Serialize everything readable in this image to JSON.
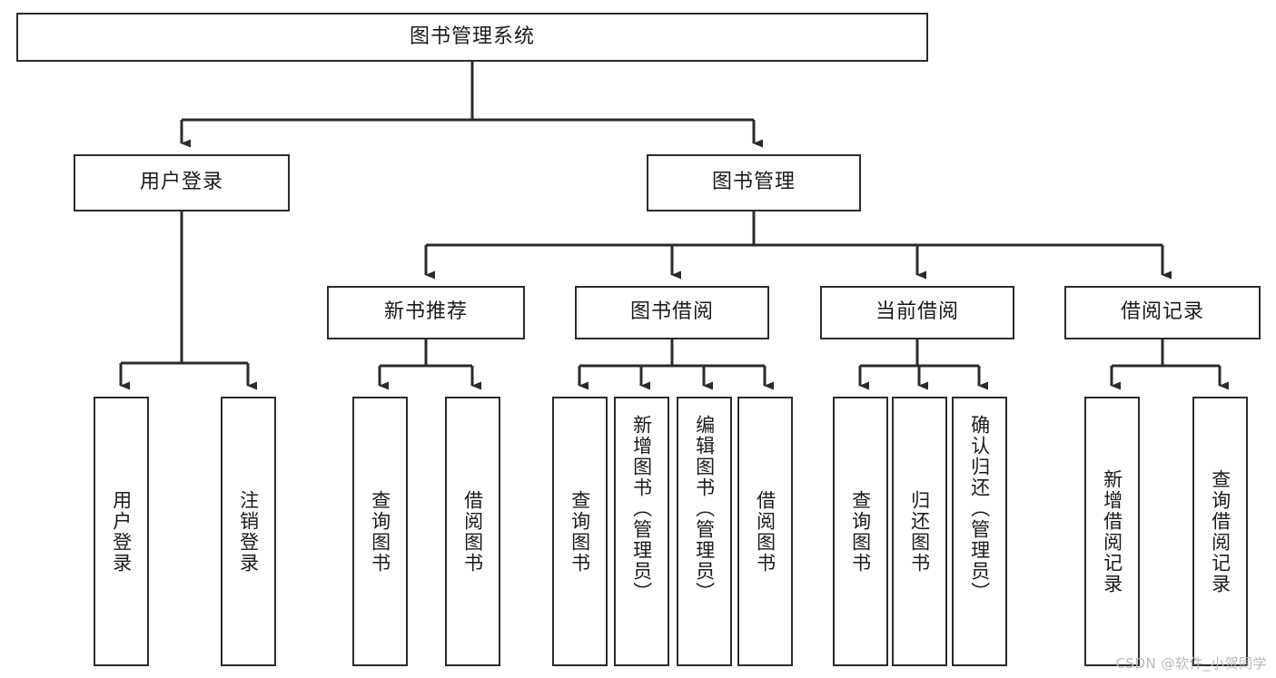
{
  "diagram": {
    "title": "图书管理系统",
    "type": "tree-hierarchy",
    "stroke_color": "#2b2b2b",
    "background_color": "#ffffff"
  },
  "watermark": {
    "text": "CSDN @软件_小贺同学",
    "color": "#b9b9b9"
  },
  "nodes": {
    "root": {
      "label": "图书管理系统"
    },
    "level2": [
      {
        "id": "user-login",
        "label": "用户登录"
      },
      {
        "id": "book-management",
        "label": "图书管理"
      }
    ],
    "level3": [
      {
        "id": "new-book-recommend",
        "label": "新书推荐"
      },
      {
        "id": "book-borrow",
        "label": "图书借阅"
      },
      {
        "id": "current-borrow",
        "label": "当前借阅"
      },
      {
        "id": "borrow-record",
        "label": "借阅记录"
      }
    ],
    "leaves": {
      "user_login": [
        {
          "id": "leaf-user-login",
          "label": "用户登录"
        },
        {
          "id": "leaf-logout-login",
          "label": "注销登录"
        }
      ],
      "new_book_recommend": [
        {
          "id": "leaf-query-book-1",
          "label": "查询图书"
        },
        {
          "id": "leaf-borrow-book-1",
          "label": "借阅图书"
        }
      ],
      "book_borrow": [
        {
          "id": "leaf-query-book-2",
          "label": "查询图书"
        },
        {
          "id": "leaf-add-book",
          "label": "新增图书（管理员）"
        },
        {
          "id": "leaf-edit-book",
          "label": "编辑图书（管理员）"
        },
        {
          "id": "leaf-borrow-book-2",
          "label": "借阅图书"
        }
      ],
      "current_borrow": [
        {
          "id": "leaf-query-book-3",
          "label": "查询图书"
        },
        {
          "id": "leaf-return-book",
          "label": "归还图书"
        },
        {
          "id": "leaf-confirm-return",
          "label": "确认归还（管理员）"
        }
      ],
      "borrow_record": [
        {
          "id": "leaf-add-record",
          "label": "新增借阅记录"
        },
        {
          "id": "leaf-query-record",
          "label": "查询借阅记录"
        }
      ]
    }
  }
}
